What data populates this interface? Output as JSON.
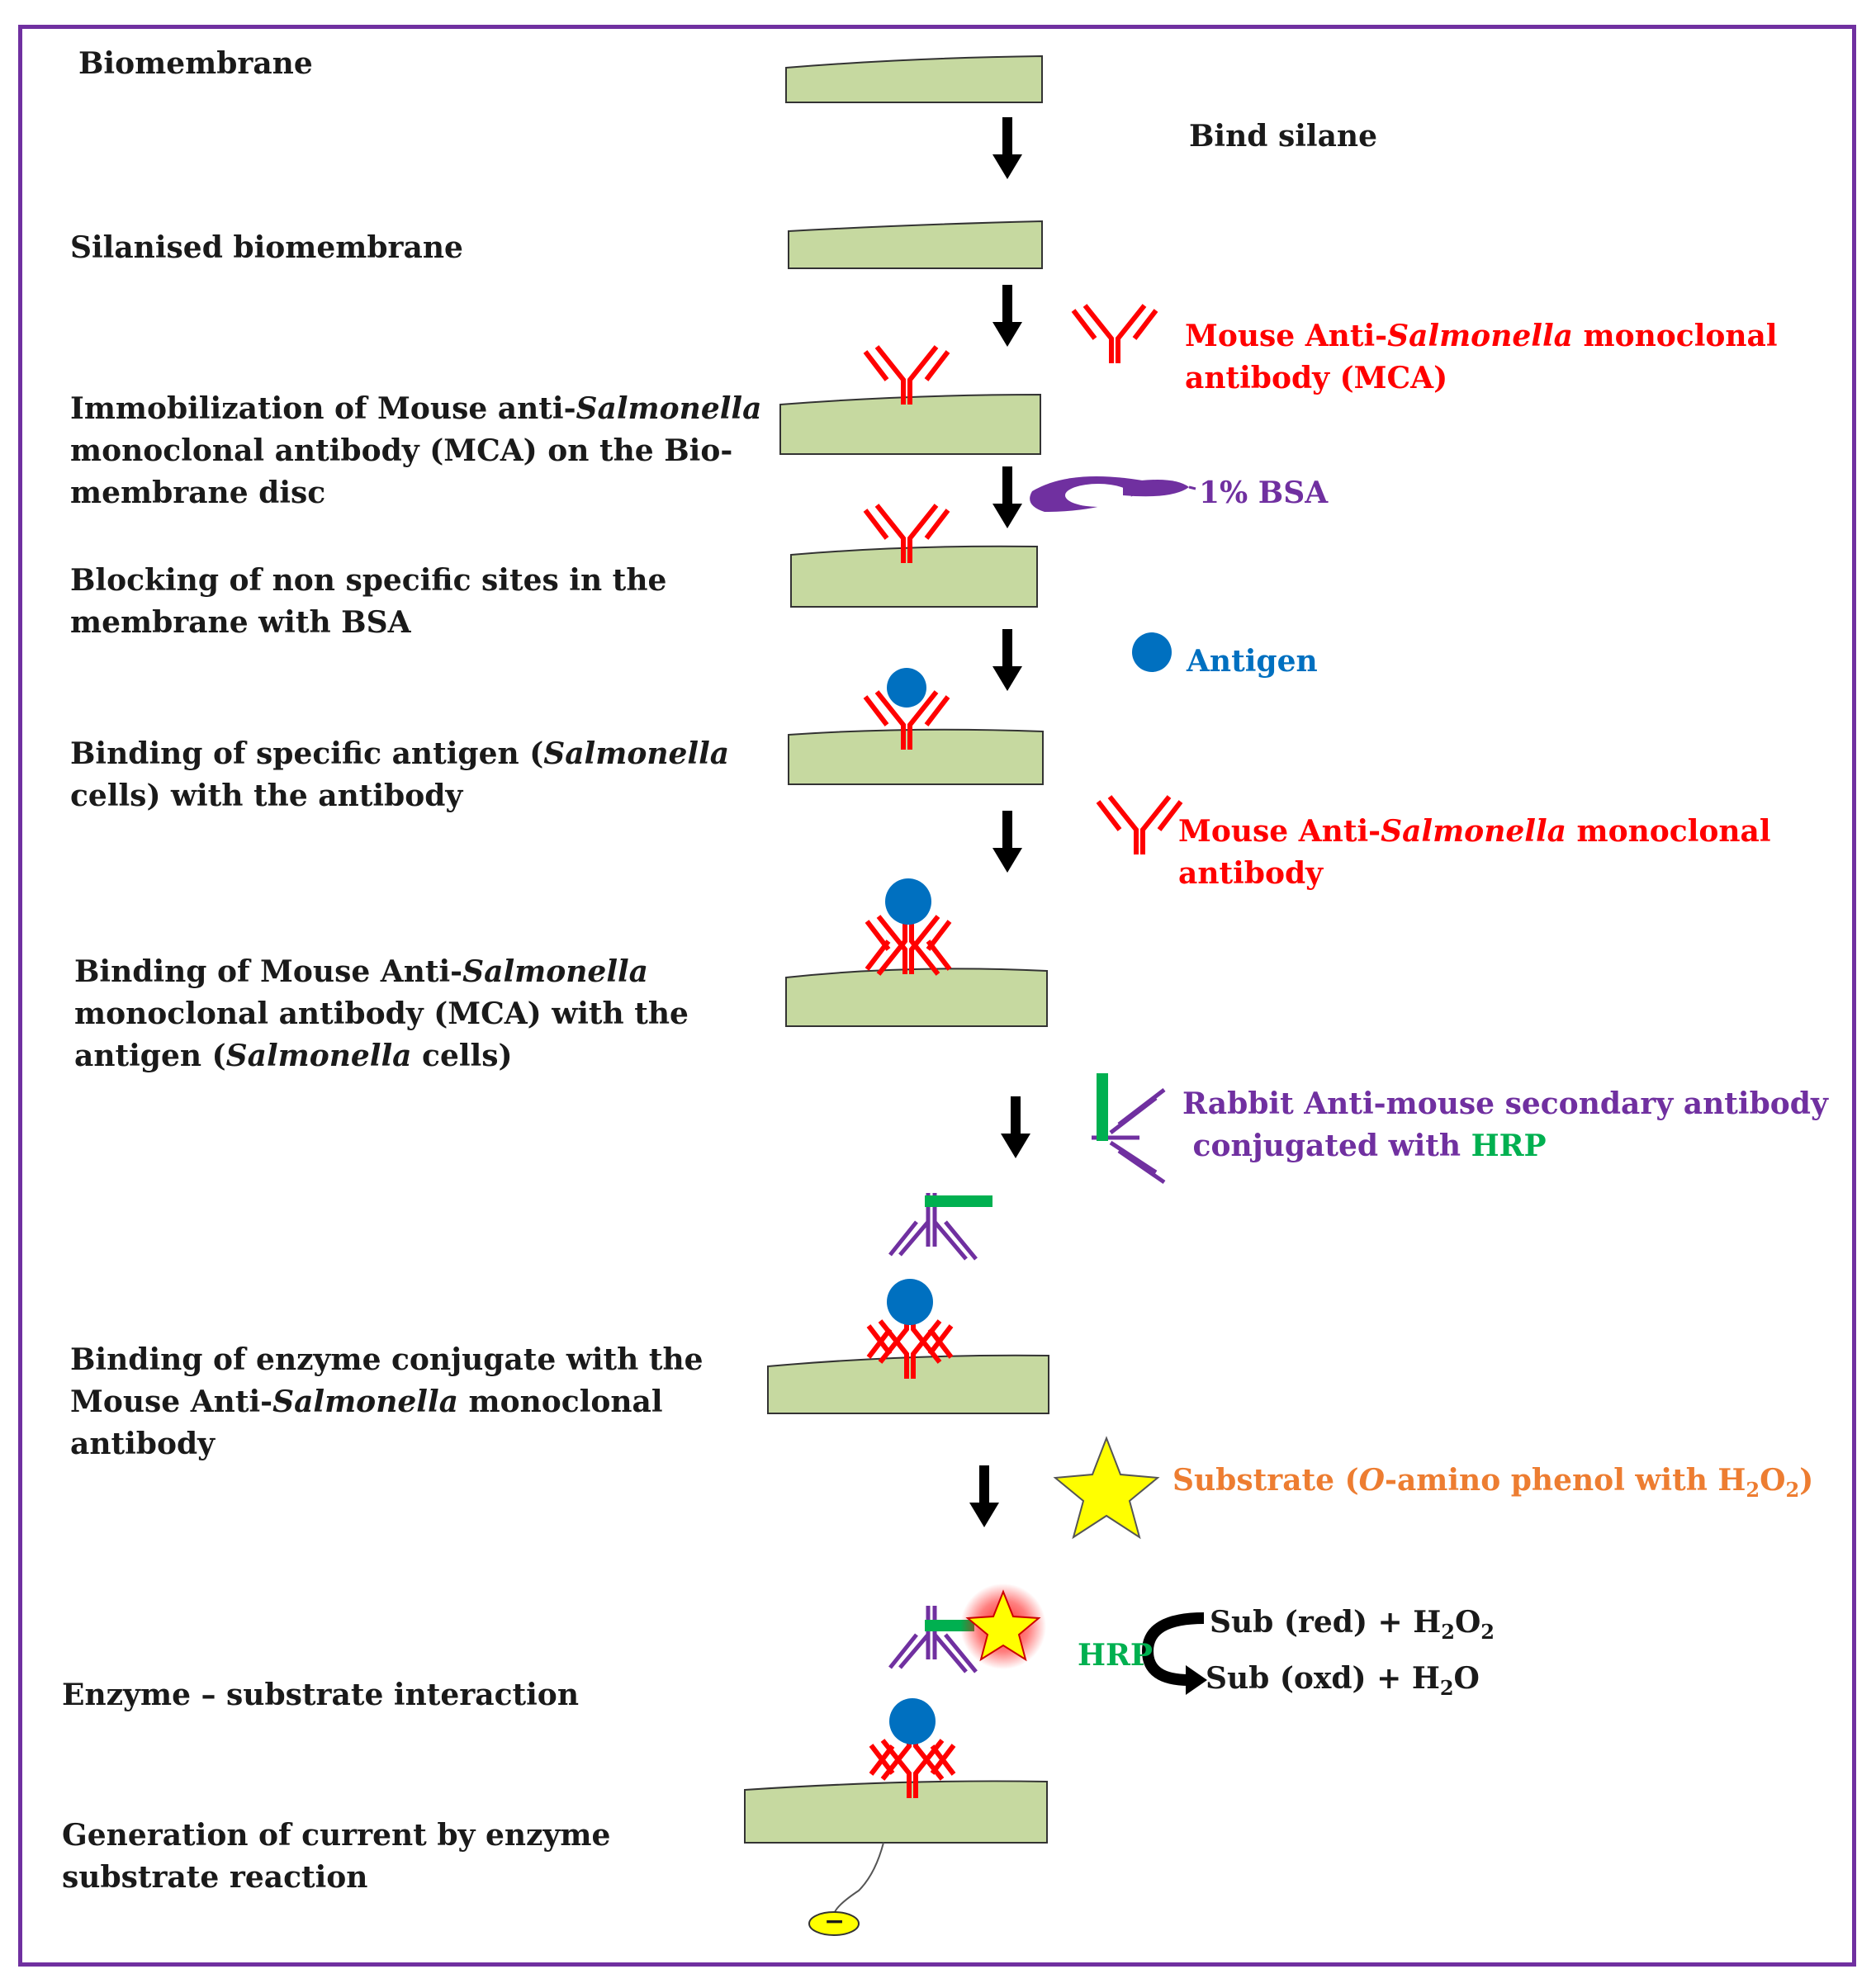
{
  "steps": {
    "biomembrane": "Biomembrane",
    "silanised": "Silanised biomembrane",
    "immobilization": {
      "l1_a": "Immobilization of Mouse anti-",
      "l1_i": "Salmonella",
      "l2": "monoclonal antibody (MCA) on the  Bio-",
      "l3": "membrane disc"
    },
    "blocking": {
      "l1": "Blocking of non specific sites in the",
      "l2": "membrane  with BSA"
    },
    "binding_antigen": {
      "l1_a": "Binding of specific antigen (",
      "l1_i": "Salmonella",
      "l2": "cells) with the antibody"
    },
    "binding_mca": {
      "l1_a": "Binding of Mouse Anti-",
      "l1_i": "Salmonella",
      "l2": "monoclonal antibody (MCA) with the",
      "l3_a": "antigen (",
      "l3_i": "Salmonella",
      "l3_b": " cells)"
    },
    "binding_enzyme": {
      "l1": "Binding of enzyme conjugate with the",
      "l2_a": "Mouse Anti-",
      "l2_i": "Salmonella",
      "l2_b": " monoclonal",
      "l3": "antibody"
    },
    "enzyme_substrate": "Enzyme – substrate interaction",
    "current": {
      "l1": "Generation of current by enzyme",
      "l2": "substrate reaction"
    }
  },
  "reagents": {
    "bind_silane": "Bind silane",
    "mca": {
      "l1_a": "Mouse Anti-",
      "l1_i": "Salmonella",
      "l1_b": " monoclonal",
      "l2": "antibody (MCA)"
    },
    "bsa": "1% BSA",
    "antigen": "Antigen",
    "mca2": {
      "l1_a": "Mouse Anti-",
      "l1_i": "Salmonella",
      "l1_b": " monoclonal",
      "l2": "antibody"
    },
    "secondary": {
      "l1": "Rabbit Anti-mouse secondary antibody",
      "l2_a": "conjugated with ",
      "l2_hrp": "HRP"
    },
    "substrate": {
      "a": "Substrate (",
      "i": "O",
      "b": "-amino phenol with H",
      "s1": "2",
      "c": "O",
      "s2": "2",
      "d": ")"
    }
  },
  "reaction": {
    "hrp": "HRP",
    "r1_a": "Sub (red) + H",
    "r1_s1": "2",
    "r1_b": "O",
    "r1_s2": "2",
    "r2_a": "Sub (oxd) + H",
    "r2_s1": "2",
    "r2_b": "O",
    "electron": "−"
  },
  "colors": {
    "frame": "#7030a0",
    "membrane": "#c6d9a0",
    "primary_antibody": "#ff0000",
    "secondary_antibody": "#7030a0",
    "hrp": "#00b050",
    "antigen": "#0070c0",
    "substrate_star": "#ffff00",
    "arrow": "#000000"
  }
}
